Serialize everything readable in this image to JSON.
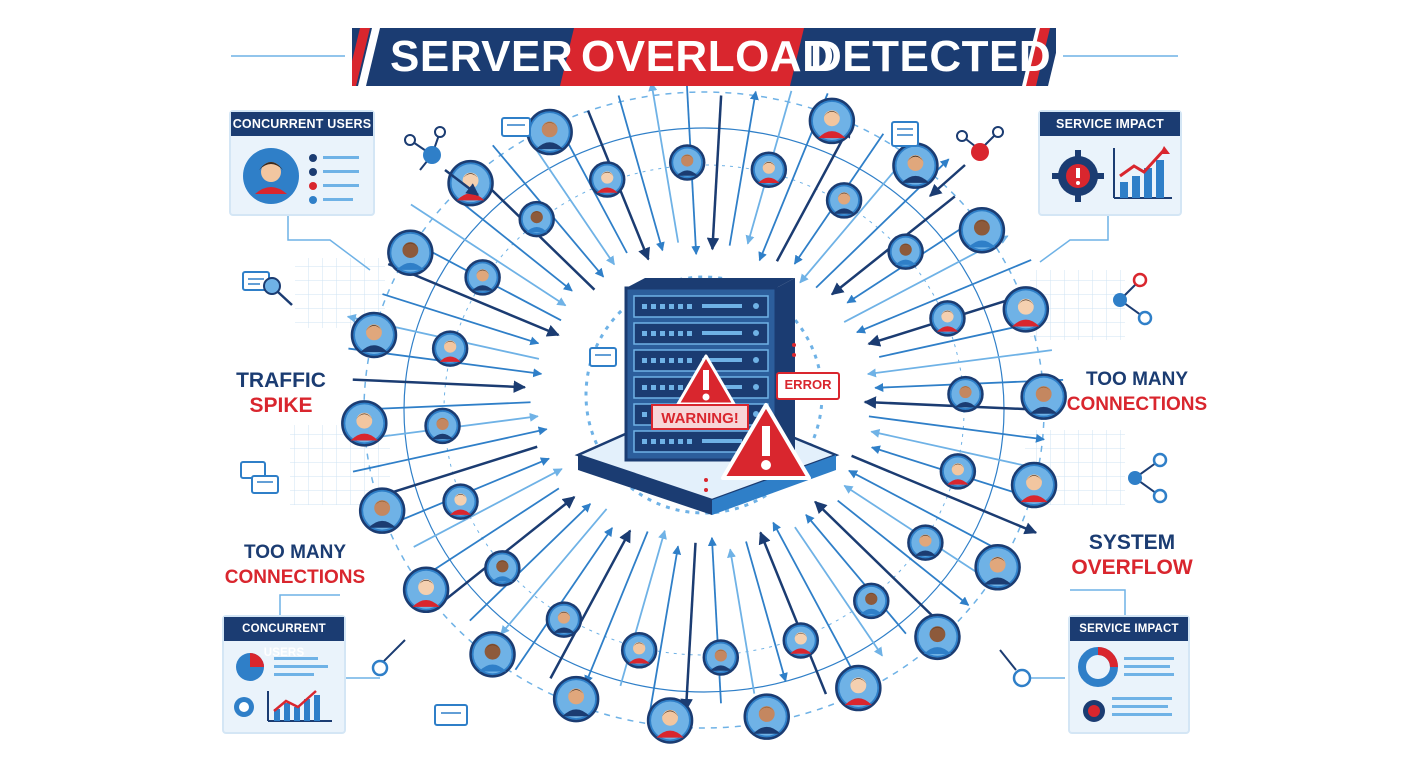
{
  "title": {
    "word1": "SERVER",
    "word2": "OVERLOAD",
    "word3": "DETECTED"
  },
  "panels": {
    "top_left": {
      "header": "CONCURRENT USERS"
    },
    "top_right": {
      "header": "SERVICE IMPACT"
    },
    "bottom_left": {
      "header": "CONCURRENT USERS"
    },
    "bottom_right": {
      "header": "SERVICE IMPACT"
    }
  },
  "labels": {
    "traffic_spike": {
      "line1": "TRAFFIC",
      "line2": "SPIKE"
    },
    "too_many_left": {
      "line1": "TOO MANY",
      "line2": "CONNECTIONS"
    },
    "too_many_right": {
      "line1": "TOO MANY",
      "line2": "CONNECTIONS"
    },
    "system_overflow": {
      "line1": "SYSTEM",
      "line2": "OVERFLOW"
    }
  },
  "server": {
    "warning_label": "WARNING!",
    "error_label": "ERROR"
  },
  "colors": {
    "navy": "#1b3c72",
    "red": "#d9262e",
    "blue": "#2f7fc8",
    "light_blue": "#6fb2e6",
    "panel_bg": "#eaf3fb",
    "skin": "#f2c6a0"
  },
  "icons": [
    "user-avatar-icon",
    "server-rack-icon",
    "warning-triangle-icon",
    "network-node-icon",
    "chat-bubble-icon",
    "gear-icon",
    "pie-chart-icon",
    "bar-chart-icon",
    "magnifier-icon"
  ]
}
